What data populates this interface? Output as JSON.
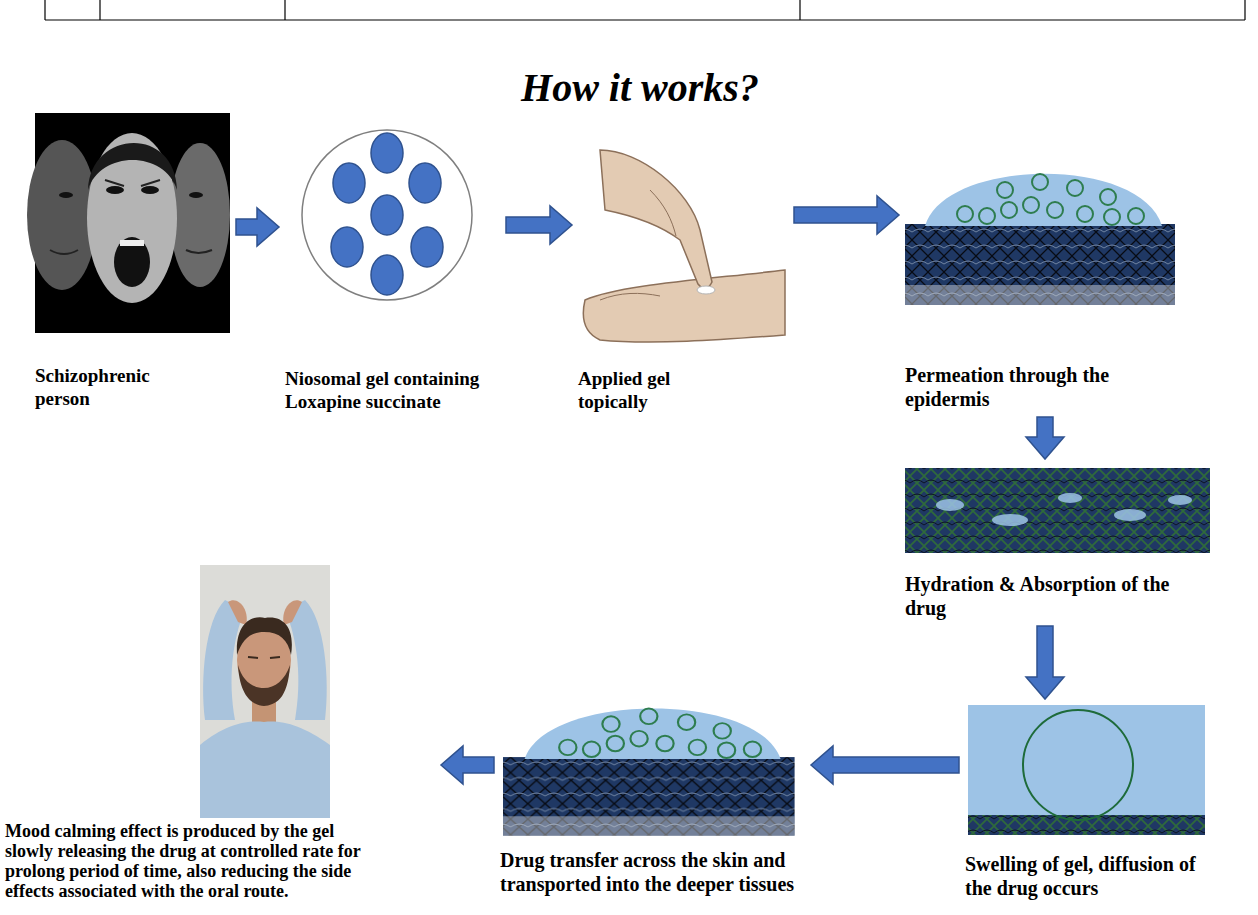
{
  "diagram": {
    "title": "How it works?",
    "nodes": [
      {
        "text": [
          "Schizophrenic person"
        ]
      },
      {
        "text": [
          "Niosomal gel containing Loxapine succinate"
        ]
      },
      {
        "text": [
          "Applied gel topically"
        ]
      },
      {
        "text": [
          "Permeation through the epidermis"
        ]
      },
      {
        "text": [
          "Hydration & Absorption of the drug"
        ]
      },
      {
        "text": [
          "Swelling of gel, diffusion of the drug occurs"
        ]
      },
      {
        "text": [
          "Drug transfer across the skin and transported into the deeper tissues"
        ]
      },
      {
        "text": [
          "Mood calming effect is produced by the gel slowly releasing the drug at controlled rate for prolong period of time, also reducing the side effects associated with the oral route."
        ]
      }
    ],
    "edges": [
      {
        "from": 0,
        "to": 1,
        "arrow": "to"
      },
      {
        "from": 1,
        "to": 2,
        "arrow": "to"
      },
      {
        "from": 2,
        "to": 3,
        "arrow": "to"
      },
      {
        "from": 3,
        "to": 4,
        "arrow": "to"
      },
      {
        "from": 4,
        "to": 5,
        "arrow": "to"
      },
      {
        "from": 5,
        "to": 6,
        "arrow": "to"
      },
      {
        "from": 6,
        "to": 7,
        "arrow": "to"
      }
    ]
  }
}
